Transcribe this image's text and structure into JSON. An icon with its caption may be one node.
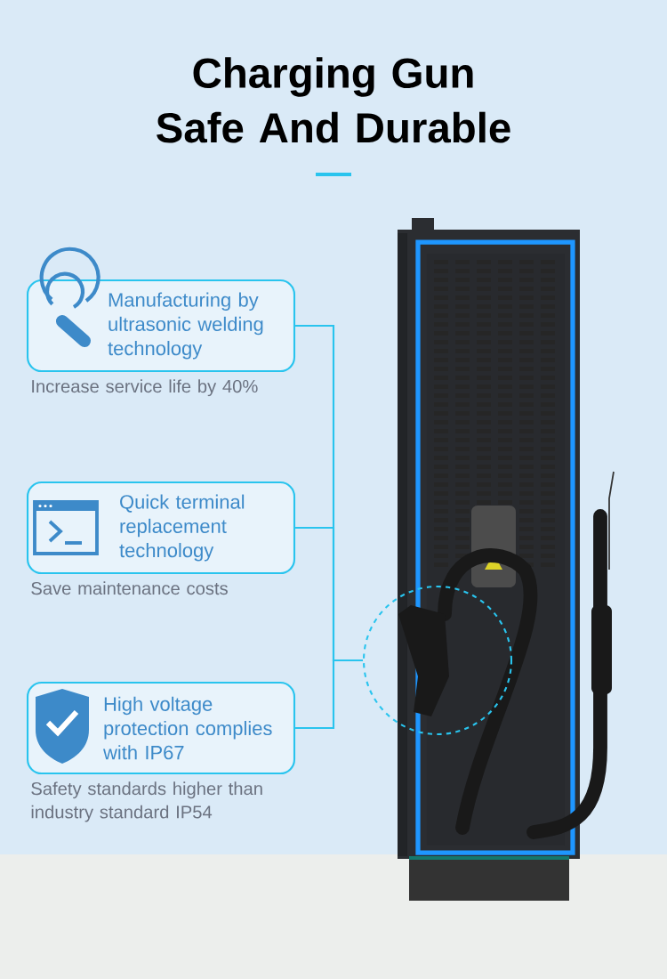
{
  "diagram": {
    "title": "Charging Gun Safe And Durable",
    "nodes": [
      {
        "text": [
          "Manufacturing by ultrasonic welding technology"
        ],
        "beside": [
          "Increase service life by 40%"
        ]
      },
      {
        "text": [
          "Quick terminal replacement technology"
        ],
        "beside": [
          "Save maintenance costs"
        ]
      },
      {
        "text": [
          "High voltage protection complies with IP67"
        ],
        "beside": [
          "Safety standards higher than industry standard IP54"
        ]
      },
      {
        "text": [],
        "shape": "circle"
      }
    ],
    "edges": [
      {
        "from": 0,
        "to": 3,
        "arrow": "none"
      },
      {
        "from": 1,
        "to": 3,
        "arrow": "none"
      },
      {
        "from": 2,
        "to": 3,
        "arrow": "none"
      }
    ]
  }
}
